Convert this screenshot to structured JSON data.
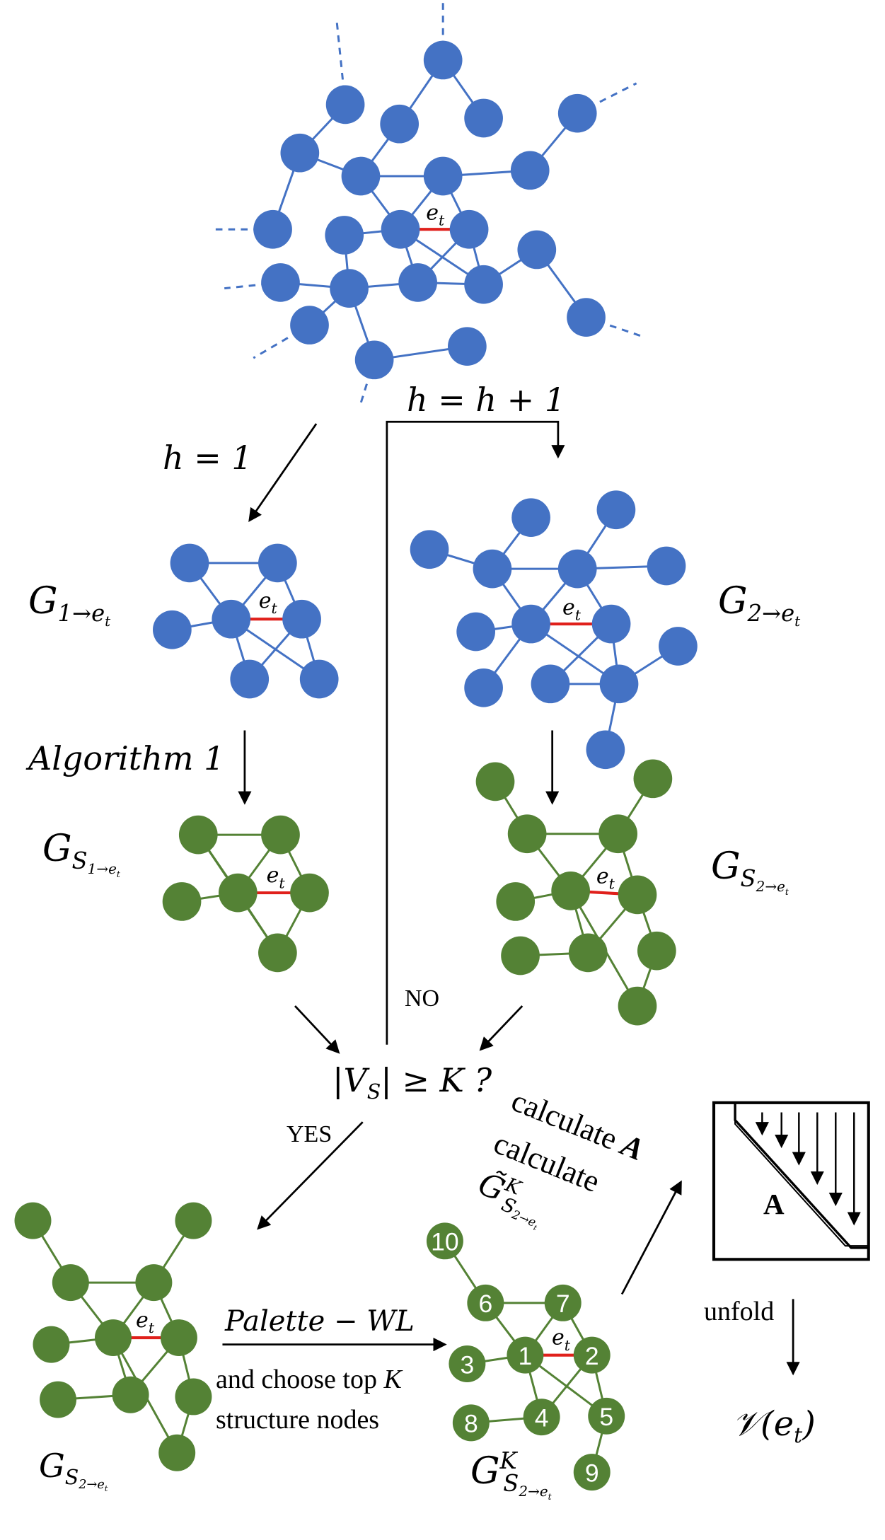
{
  "colors": {
    "blue_node": "#4472C4",
    "blue_edge": "#4472C4",
    "green_node": "#548235",
    "green_edge": "#548235",
    "target_edge": "#E0201B",
    "arrow": "#000000"
  },
  "labels": {
    "h_init": "h = 1",
    "h_inc": "h = h + 1",
    "g1_main": "G",
    "g1_sub": "1→e",
    "g1_subsub": "t",
    "g2_main": "G",
    "g2_sub": "2→e",
    "g2_subsub": "t",
    "algorithm": "Algorithm 1",
    "gs1_main": "G",
    "gs1_sub": "S",
    "gs1_subsub": "1→e",
    "gs1_t": "t",
    "gs2_main": "G",
    "gs2_sub": "S",
    "gs2_subsub": "2→e",
    "gs2_t": "t",
    "no": "NO",
    "yes": "YES",
    "condition": "|V",
    "condition_sub": "S",
    "condition_rest": "| ≥ K ?",
    "calc_a": "calculate",
    "calc_a_bold": "A",
    "calc_g": "calculate",
    "calc_g_sym": "G̃",
    "calc_g_sup": "K",
    "calc_g_sub": "S",
    "calc_g_subsub": "2→e",
    "calc_g_t": "t",
    "palette": "Palette − WL",
    "choose1": "and choose top ",
    "choose_k": "K",
    "choose2": "structure nodes",
    "gk_main": "G",
    "gk_sup": "K",
    "gk_sub": "S",
    "gk_subsub": "2→e",
    "gk_t": "t",
    "gs_bottom_main": "G",
    "gs_bottom_sub": "S",
    "gs_bottom_subsub": "2→e",
    "gs_bottom_t": "t",
    "matrix_a": "A",
    "unfold": "unfold",
    "v_result": "𝒱(e",
    "v_result_sub": "t",
    "v_result_close": ")",
    "edge_label": "e",
    "edge_label_sub": "t"
  },
  "node_numbers": [
    "1",
    "2",
    "3",
    "4",
    "5",
    "6",
    "7",
    "8",
    "9",
    "10"
  ]
}
